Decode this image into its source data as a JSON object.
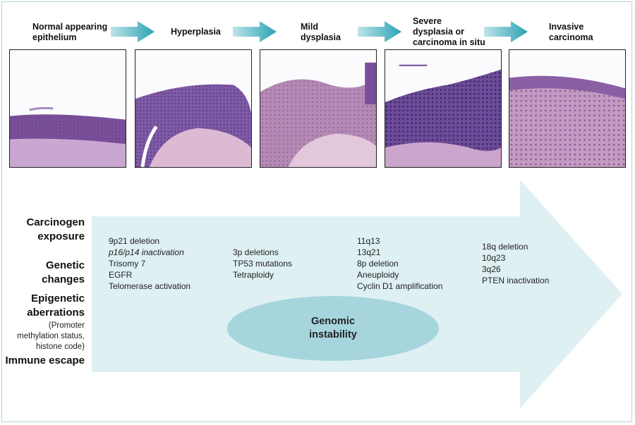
{
  "stages": [
    {
      "label_line1": "Normal appearing",
      "label_line2": "epithelium",
      "label_line3": ""
    },
    {
      "label_line1": "Hyperplasia",
      "label_line2": "",
      "label_line3": ""
    },
    {
      "label_line1": "Mild",
      "label_line2": "dysplasia",
      "label_line3": ""
    },
    {
      "label_line1": "Severe",
      "label_line2": "dysplasia or",
      "label_line3": "carcinoma in situ"
    },
    {
      "label_line1": "Invasive",
      "label_line2": "carcinoma",
      "label_line3": ""
    }
  ],
  "left_labels": {
    "carcinogen_1": "Carcinogen",
    "carcinogen_2": "exposure",
    "genetic_1": "Genetic",
    "genetic_2": "changes",
    "epigenetic_1": "Epigenetic",
    "epigenetic_2": "aberrations",
    "epigenetic_sub_1": "(Promoter",
    "epigenetic_sub_2": "methylation status,",
    "epigenetic_sub_3": "histone code)",
    "immune": "Immune escape"
  },
  "genetic_columns": [
    [
      "9p21 deletion",
      "p16/p14 inactivation",
      "Trisomy 7",
      "EGFR",
      "Telomerase activation"
    ],
    [
      "3p deletions",
      "TP53 mutations",
      "Tetraploidy"
    ],
    [
      "11q13",
      "13q21",
      "8p deletion",
      "Aneuploidy",
      "Cyclin D1 amplification"
    ],
    [
      "18q deletion",
      "10q23",
      "3q26",
      "PTEN inactivation"
    ]
  ],
  "genomic": {
    "line1": "Genomic",
    "line2": "instability"
  },
  "colors": {
    "arrow_fill": "#dff0f3",
    "small_arrow_fill": "#3aaab8",
    "ellipse_fill": "#a6d5de",
    "tissue_purple": "#7a4f9a",
    "tissue_pink": "#d6a9c9"
  }
}
